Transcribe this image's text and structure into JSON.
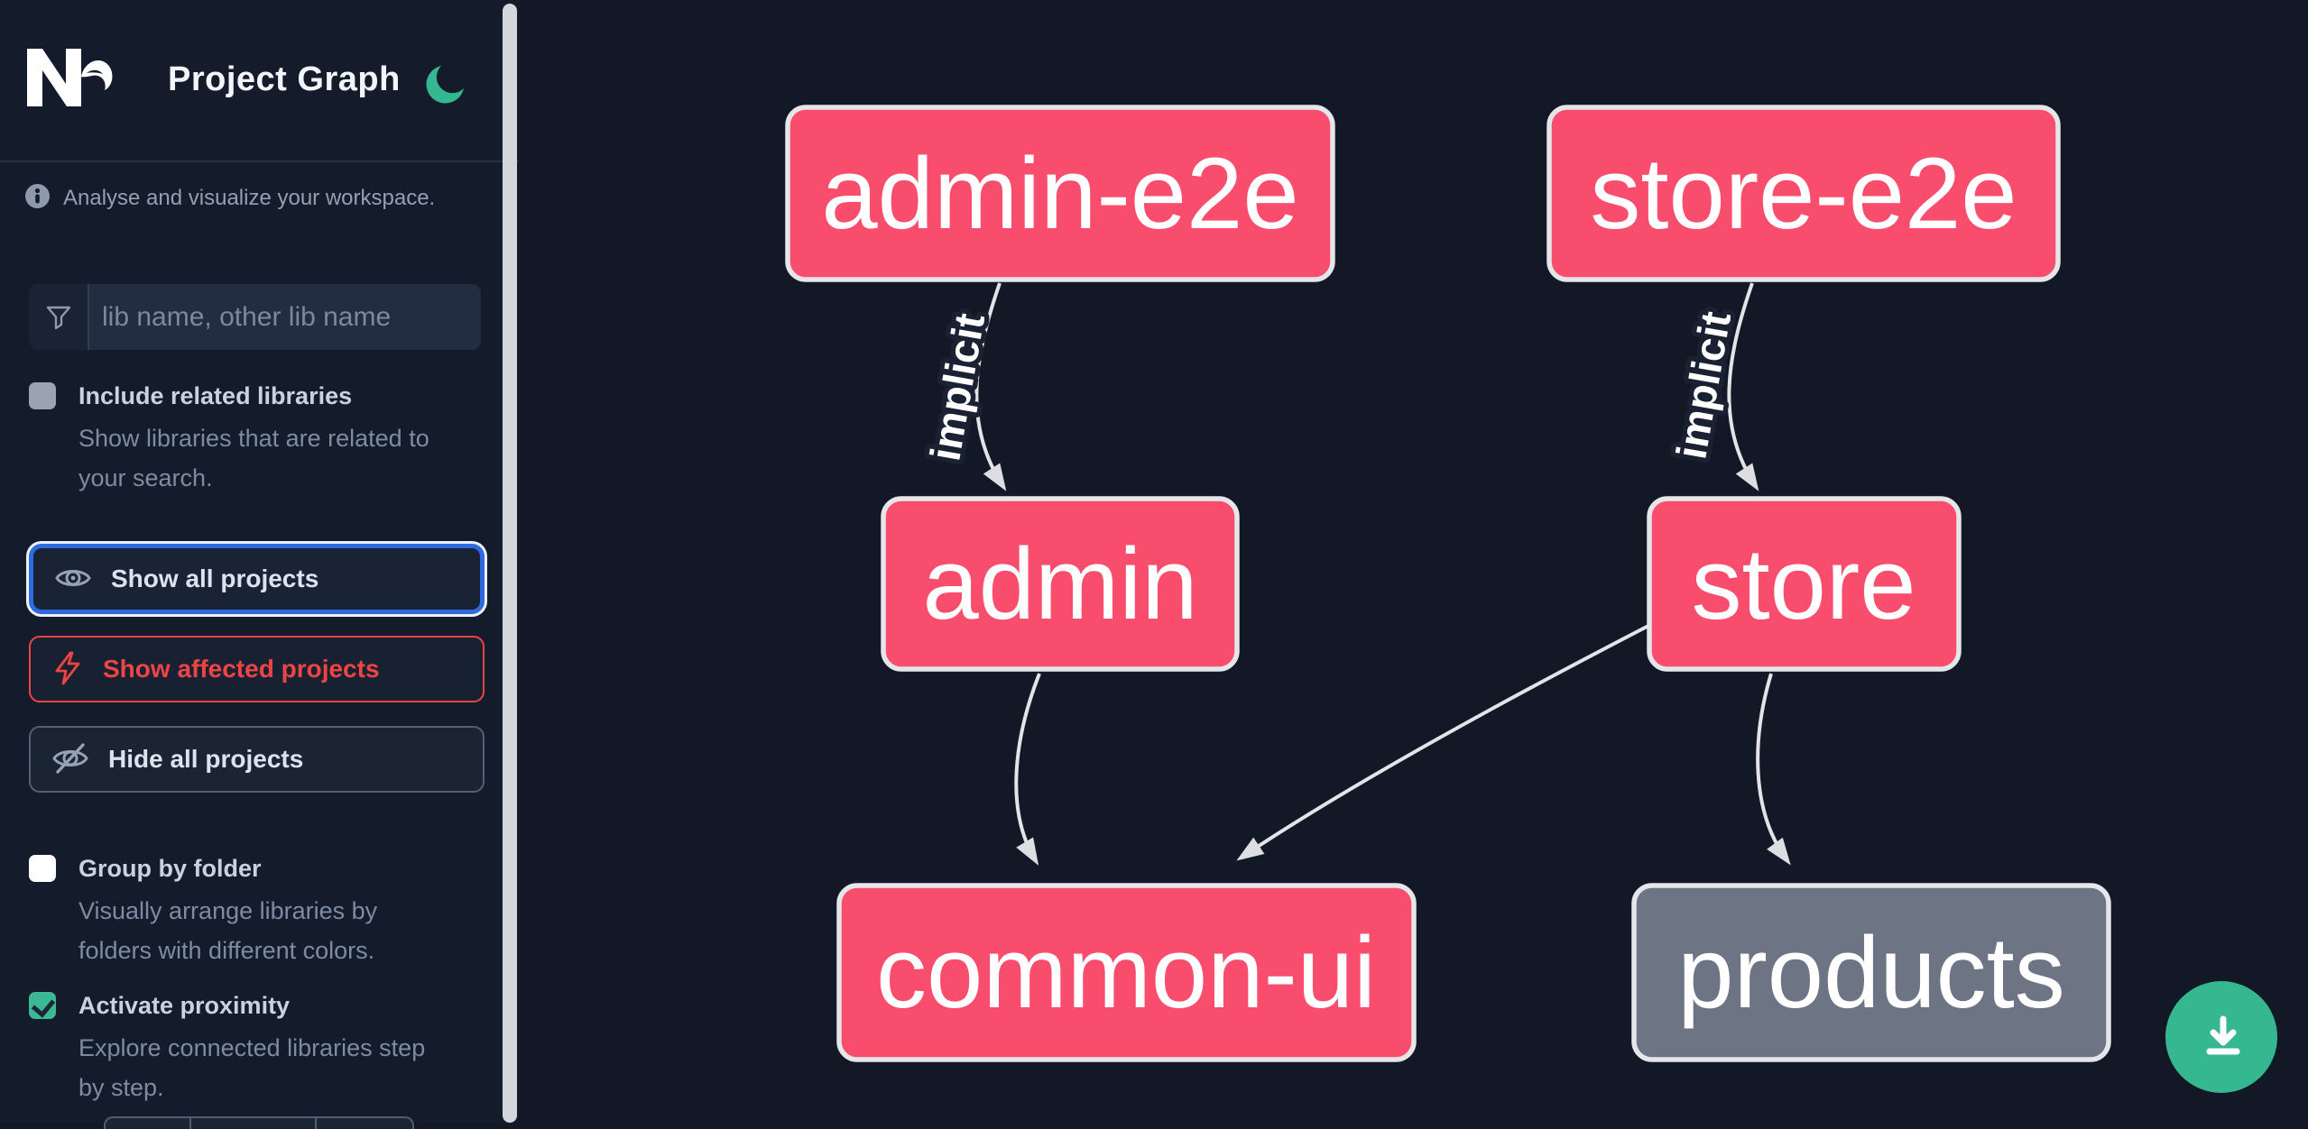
{
  "header": {
    "app_name": "Nx",
    "title": "Project Graph",
    "theme_toggle_icon": "moon"
  },
  "sidebar": {
    "info_text": "Analyse and visualize your workspace.",
    "search": {
      "placeholder": "lib name, other lib name"
    },
    "options": [
      {
        "label": "Include related libraries",
        "description": "Show libraries that are related to your search.",
        "checked": false
      },
      {
        "label": "Group by folder",
        "description": "Visually arrange libraries by folders with different colors.",
        "checked": false
      },
      {
        "label": "Activate proximity",
        "description": "Explore connected libraries step by step.",
        "checked": true
      }
    ],
    "buttons": [
      {
        "label": "Show all projects",
        "icon": "eye-icon",
        "state": "focused"
      },
      {
        "label": "Show affected projects",
        "icon": "bolt-icon",
        "state": "affected"
      },
      {
        "label": "Hide all projects",
        "icon": "eye-off-icon",
        "state": "default"
      }
    ]
  },
  "graph": {
    "nodes": [
      {
        "id": "admin-e2e",
        "label": "admin-e2e",
        "color": "pink"
      },
      {
        "id": "store-e2e",
        "label": "store-e2e",
        "color": "pink"
      },
      {
        "id": "admin",
        "label": "admin",
        "color": "pink"
      },
      {
        "id": "store",
        "label": "store",
        "color": "pink"
      },
      {
        "id": "common-ui",
        "label": "common-ui",
        "color": "pink"
      },
      {
        "id": "products",
        "label": "products",
        "color": "gray"
      }
    ],
    "edges": [
      {
        "source": "admin-e2e",
        "target": "admin",
        "label": "implicit"
      },
      {
        "source": "store-e2e",
        "target": "store",
        "label": "implicit"
      },
      {
        "source": "admin",
        "target": "common-ui",
        "label": ""
      },
      {
        "source": "store",
        "target": "common-ui",
        "label": ""
      },
      {
        "source": "store",
        "target": "products",
        "label": ""
      }
    ]
  },
  "actions": {
    "download_icon": "download-icon"
  },
  "colors": {
    "node_pink": "#f84d6c",
    "node_gray": "#6d7585",
    "accent_green": "#35b78f",
    "focus_blue": "#2e6ae0",
    "affected_red": "#ef4444",
    "edge_gray": "#e3e4e7"
  }
}
